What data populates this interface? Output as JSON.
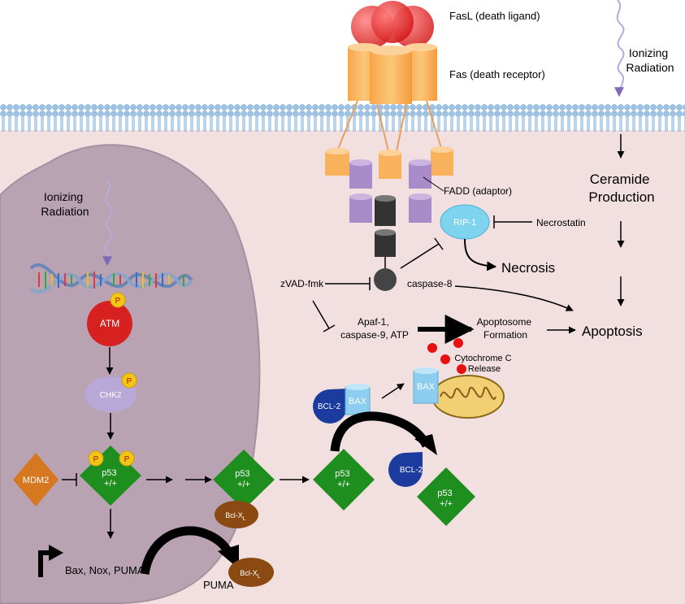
{
  "labels": {
    "fasl": "FasL (death ligand)",
    "fas": "Fas (death receptor)",
    "ionizing_top": [
      "Ionizing",
      "Radiation"
    ],
    "ionizing_nucleus": [
      "Ionizing",
      "Radiation"
    ],
    "fadd": "FADD (adaptor)",
    "rip1": "RIP-1",
    "necrostatin": "Necrostatin",
    "necrosis": "Necrosis",
    "zvad": "zVAD-fmk",
    "caspase8": "caspase-8",
    "apaf": [
      "Apaf-1,",
      "caspase-9, ATP"
    ],
    "apoptosome": [
      "Apoptosome",
      "Formation"
    ],
    "apoptosis": "Apoptosis",
    "ceramide": [
      "Ceramide",
      "Production"
    ],
    "cytochrome": [
      "Cytochrome C",
      "Release"
    ],
    "bcl2": "BCL-2",
    "bax": "BAX",
    "atm": "ATM",
    "chk2": "CHK2",
    "p": "P",
    "mdm2": "MDM2",
    "p53": [
      "p53",
      "+/+"
    ],
    "bclxl": "Bcl-X",
    "bclxl_sub": "L",
    "targets": "Bax, Nox, PUMA",
    "puma": "PUMA"
  },
  "colors": {
    "cytoplasm": "#f2e0e0",
    "nucleus": "#b9a3b2",
    "membrane_head": "#9cc3e4",
    "fasl": "#e8767a",
    "fas": "#f9b25c",
    "fadd": "#a98bc9",
    "caspase": "#3a3a3a",
    "rip1": "#7ed3ee",
    "bax": "#8ccdf0",
    "bcl2": "#1c3b9e",
    "p53": "#1e8f1e",
    "atm": "#d72020",
    "chk2": "#b8a8d8",
    "mdm2": "#d5781f",
    "bclxl": "#8a4a12",
    "phospho": "#f3c515",
    "radiation": "#7f6ab8"
  }
}
